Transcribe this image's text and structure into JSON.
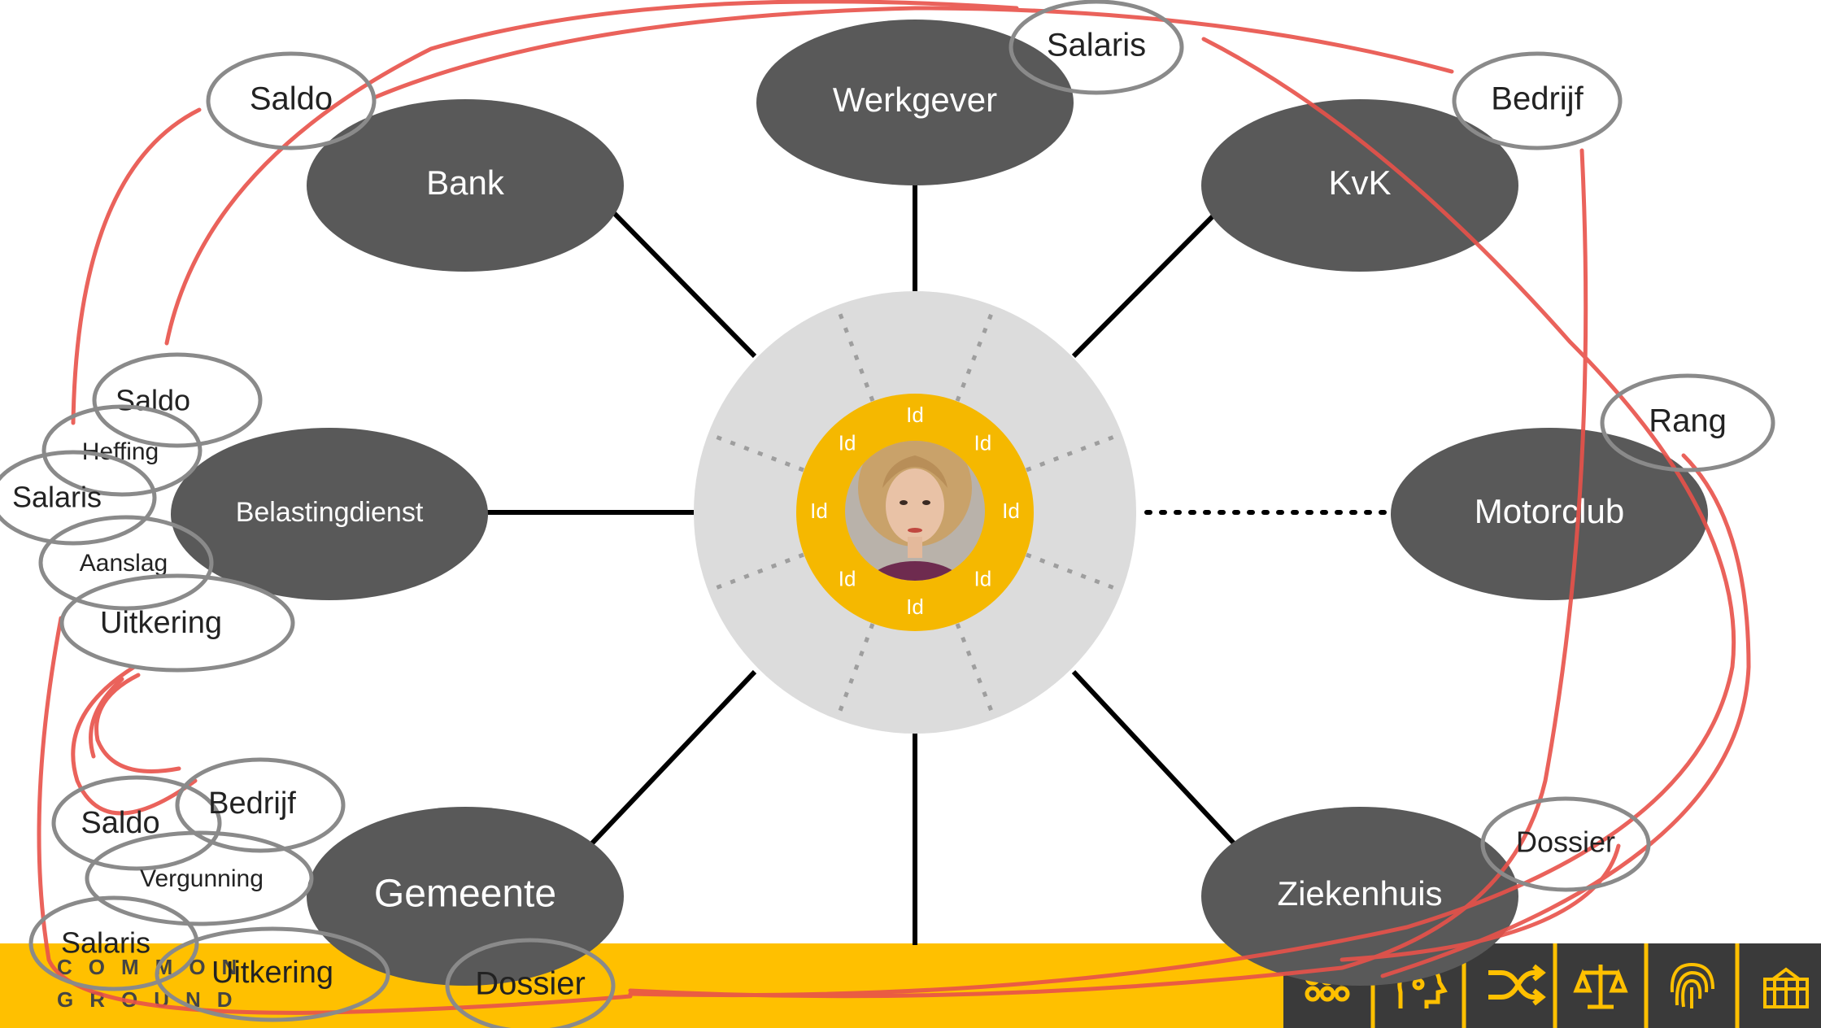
{
  "center": {
    "id_label": "Id",
    "id_count": 8
  },
  "organizations": [
    {
      "key": "bank",
      "label": "Bank"
    },
    {
      "key": "werkgever",
      "label": "Werkgever"
    },
    {
      "key": "kvk",
      "label": "KvK"
    },
    {
      "key": "belastingdienst",
      "label": "Belastingdienst"
    },
    {
      "key": "motorclub",
      "label": "Motorclub"
    },
    {
      "key": "gemeente",
      "label": "Gemeente"
    },
    {
      "key": "ziekenhuis",
      "label": "Ziekenhuis"
    }
  ],
  "tags": {
    "werkgever_salaris": "Salaris",
    "bank_saldo": "Saldo",
    "kvk_bedrijf": "Bedrijf",
    "belasting_saldo": "Saldo",
    "belasting_heffing": "Heffing",
    "belasting_salaris": "Salaris",
    "belasting_aanslag": "Aanslag",
    "belasting_uitkering": "Uitkering",
    "motorclub_rang": "Rang",
    "gemeente_saldo": "Saldo",
    "gemeente_bedrijf": "Bedrijf",
    "gemeente_vergunning": "Vergunning",
    "gemeente_salaris": "Salaris",
    "gemeente_uitkering": "Uitkering",
    "gemeente_dossier": "Dossier",
    "ziekenhuis_dossier": "Dossier"
  },
  "footer": {
    "brand_line1": "COMMON",
    "brand_line2": "GROUND",
    "icons": [
      "network-icon",
      "head-icon",
      "shuffle-icon",
      "scales-icon",
      "fingerprint-icon",
      "building-icon"
    ]
  },
  "colors": {
    "org_fill": "#595959",
    "hub_fill": "#dcdcdc",
    "id_ring": "#f5b800",
    "footer_bar": "#ffc000",
    "footer_icons_bg": "#3a3a3a",
    "annotation_line": "#e8524a",
    "tag_outline": "#8a8a8a"
  }
}
